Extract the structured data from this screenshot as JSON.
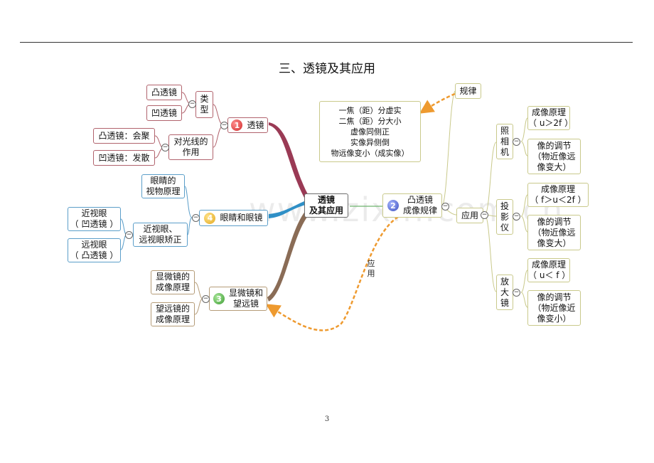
{
  "page": {
    "title": "三、透镜及其应用",
    "page_number": "3",
    "watermark": "www.zixin.com.cn"
  },
  "central": {
    "label": "透镜\n及其应用"
  },
  "branch1": {
    "badge": "1",
    "label": "透镜",
    "types": {
      "label": "类\n型",
      "items": [
        "凸透镜",
        "凹透镜"
      ]
    },
    "light": {
      "label": "对光线的\n作用",
      "items": [
        "凸透镜：会聚",
        "凹透镜：发散"
      ]
    }
  },
  "branch2": {
    "badge": "2",
    "label": "凸透镜\n成像规律",
    "rule": {
      "label": "规律",
      "text": "一焦（距）分虚实\n二焦（距）分大小\n虚像同侧正\n实像异侧倒\n物远像变小（成实像）"
    },
    "application": {
      "label": "应用",
      "camera": {
        "label": "照\n相\n机",
        "principle": "成像原理\n（ u＞2f ）",
        "adjust": "像的调节\n（物近像远\n像变大）"
      },
      "projector": {
        "label": "投\n影\n仪",
        "principle": "成像原理\n（ f＞u＜2f ）",
        "adjust": "像的调节\n（物近像远\n像变大）"
      },
      "magnifier": {
        "label": "放\n大\n镜",
        "principle": "成像原理\n（ u＜ f ）",
        "adjust": "像的调节\n（物近像近\n像变小）"
      }
    }
  },
  "branch3": {
    "badge": "3",
    "label": "显微镜和\n望远镜",
    "items": [
      "显微镜的\n成像原理",
      "望远镜的\n成像原理"
    ]
  },
  "branch4": {
    "badge": "4",
    "label": "眼睛和眼镜",
    "vision": "眼睛的\n视物原理",
    "correction": {
      "label": "近视眼、\n远视眼矫正",
      "items": [
        "近视眼\n（ 凹透镜 ）",
        "远视眼\n（ 凸透镜 ）"
      ]
    }
  },
  "arrow_label": "应\n用",
  "collapse_symbol": "−"
}
